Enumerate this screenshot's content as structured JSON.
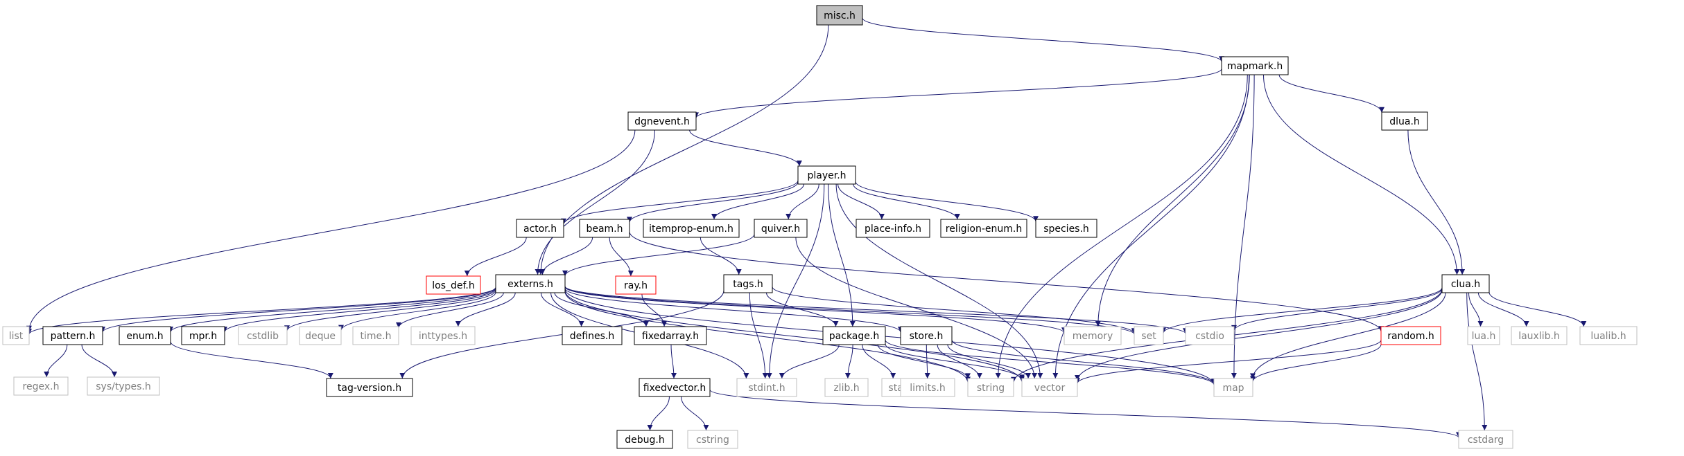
{
  "diagram": {
    "type": "include-dependency-graph",
    "colors": {
      "edge": "#191970",
      "arrowhead": "#191970",
      "root_fill": "#bfbfbf",
      "node_border": "#000000",
      "system_header_border": "#bfbfbf",
      "system_header_text": "#808080",
      "unresolved_border": "#ff0000",
      "text": "#000000"
    },
    "nodes": [
      {
        "id": "misc",
        "label": "misc.h",
        "kind": "root"
      },
      {
        "id": "mapmark",
        "label": "mapmark.h",
        "kind": "file"
      },
      {
        "id": "dgnevent",
        "label": "dgnevent.h",
        "kind": "file"
      },
      {
        "id": "dlua",
        "label": "dlua.h",
        "kind": "file"
      },
      {
        "id": "player",
        "label": "player.h",
        "kind": "file"
      },
      {
        "id": "actor",
        "label": "actor.h",
        "kind": "file"
      },
      {
        "id": "beam",
        "label": "beam.h",
        "kind": "file"
      },
      {
        "id": "itemprop",
        "label": "itemprop-enum.h",
        "kind": "file"
      },
      {
        "id": "quiver",
        "label": "quiver.h",
        "kind": "file"
      },
      {
        "id": "placeinfo",
        "label": "place-info.h",
        "kind": "file"
      },
      {
        "id": "religion",
        "label": "religion-enum.h",
        "kind": "file"
      },
      {
        "id": "species",
        "label": "species.h",
        "kind": "file"
      },
      {
        "id": "clua",
        "label": "clua.h",
        "kind": "file"
      },
      {
        "id": "losdef",
        "label": "los_def.h",
        "kind": "unresolved"
      },
      {
        "id": "externs",
        "label": "externs.h",
        "kind": "file"
      },
      {
        "id": "ray",
        "label": "ray.h",
        "kind": "unresolved"
      },
      {
        "id": "tags",
        "label": "tags.h",
        "kind": "file"
      },
      {
        "id": "list",
        "label": "list",
        "kind": "system"
      },
      {
        "id": "pattern",
        "label": "pattern.h",
        "kind": "file"
      },
      {
        "id": "enum",
        "label": "enum.h",
        "kind": "file"
      },
      {
        "id": "mpr",
        "label": "mpr.h",
        "kind": "file"
      },
      {
        "id": "cstdlib",
        "label": "cstdlib",
        "kind": "system"
      },
      {
        "id": "deque",
        "label": "deque",
        "kind": "system"
      },
      {
        "id": "timeh",
        "label": "time.h",
        "kind": "system"
      },
      {
        "id": "inttypes",
        "label": "inttypes.h",
        "kind": "system"
      },
      {
        "id": "defines",
        "label": "defines.h",
        "kind": "file"
      },
      {
        "id": "fixedarray",
        "label": "fixedarray.h",
        "kind": "file"
      },
      {
        "id": "package",
        "label": "package.h",
        "kind": "file"
      },
      {
        "id": "store",
        "label": "store.h",
        "kind": "file"
      },
      {
        "id": "memory",
        "label": "memory",
        "kind": "system"
      },
      {
        "id": "set",
        "label": "set",
        "kind": "system"
      },
      {
        "id": "cstdio",
        "label": "cstdio",
        "kind": "system"
      },
      {
        "id": "random",
        "label": "random.h",
        "kind": "unresolved"
      },
      {
        "id": "lua",
        "label": "lua.h",
        "kind": "system"
      },
      {
        "id": "lauxlib",
        "label": "lauxlib.h",
        "kind": "system"
      },
      {
        "id": "lualib",
        "label": "lualib.h",
        "kind": "system"
      },
      {
        "id": "regex",
        "label": "regex.h",
        "kind": "system"
      },
      {
        "id": "systypes",
        "label": "sys/types.h",
        "kind": "system"
      },
      {
        "id": "tagversion",
        "label": "tag-version.h",
        "kind": "file"
      },
      {
        "id": "fixedvector",
        "label": "fixedvector.h",
        "kind": "file"
      },
      {
        "id": "stdint",
        "label": "stdint.h",
        "kind": "system"
      },
      {
        "id": "zlib",
        "label": "zlib.h",
        "kind": "system"
      },
      {
        "id": "stack",
        "label": "stack",
        "kind": "system"
      },
      {
        "id": "limits",
        "label": "limits.h",
        "kind": "system"
      },
      {
        "id": "string",
        "label": "string",
        "kind": "system"
      },
      {
        "id": "vector",
        "label": "vector",
        "kind": "system"
      },
      {
        "id": "map",
        "label": "map",
        "kind": "system"
      },
      {
        "id": "debug",
        "label": "debug.h",
        "kind": "file"
      },
      {
        "id": "cstring",
        "label": "cstring",
        "kind": "system"
      },
      {
        "id": "cstdarg",
        "label": "cstdarg",
        "kind": "system"
      }
    ],
    "edges": [
      [
        "misc",
        "mapmark"
      ],
      [
        "misc",
        "externs"
      ],
      [
        "mapmark",
        "dgnevent"
      ],
      [
        "mapmark",
        "dlua"
      ],
      [
        "mapmark",
        "clua"
      ],
      [
        "mapmark",
        "memory"
      ],
      [
        "mapmark",
        "vector"
      ],
      [
        "mapmark",
        "string"
      ],
      [
        "mapmark",
        "map"
      ],
      [
        "dgnevent",
        "player"
      ],
      [
        "dgnevent",
        "externs"
      ],
      [
        "dgnevent",
        "list"
      ],
      [
        "dlua",
        "clua"
      ],
      [
        "player",
        "actor"
      ],
      [
        "player",
        "beam"
      ],
      [
        "player",
        "itemprop"
      ],
      [
        "player",
        "quiver"
      ],
      [
        "player",
        "placeinfo"
      ],
      [
        "player",
        "religion"
      ],
      [
        "player",
        "species"
      ],
      [
        "player",
        "package"
      ],
      [
        "player",
        "vector"
      ],
      [
        "player",
        "stdint"
      ],
      [
        "actor",
        "losdef"
      ],
      [
        "beam",
        "externs"
      ],
      [
        "beam",
        "ray"
      ],
      [
        "beam",
        "random"
      ],
      [
        "itemprop",
        "tags"
      ],
      [
        "quiver",
        "externs"
      ],
      [
        "quiver",
        "vector"
      ],
      [
        "ray",
        "fixedarray"
      ],
      [
        "tags",
        "package"
      ],
      [
        "tags",
        "tagversion"
      ],
      [
        "tags",
        "stdint"
      ],
      [
        "tags",
        "set"
      ],
      [
        "externs",
        "list"
      ],
      [
        "externs",
        "pattern"
      ],
      [
        "externs",
        "enum"
      ],
      [
        "externs",
        "mpr"
      ],
      [
        "externs",
        "cstdlib"
      ],
      [
        "externs",
        "deque"
      ],
      [
        "externs",
        "timeh"
      ],
      [
        "externs",
        "inttypes"
      ],
      [
        "externs",
        "defines"
      ],
      [
        "externs",
        "fixedarray"
      ],
      [
        "externs",
        "store"
      ],
      [
        "externs",
        "memory"
      ],
      [
        "externs",
        "set"
      ],
      [
        "externs",
        "cstdio"
      ],
      [
        "externs",
        "vector"
      ],
      [
        "externs",
        "stdint"
      ],
      [
        "externs",
        "string"
      ],
      [
        "externs",
        "map"
      ],
      [
        "pattern",
        "regex"
      ],
      [
        "pattern",
        "systypes"
      ],
      [
        "enum",
        "tagversion"
      ],
      [
        "fixedarray",
        "fixedvector"
      ],
      [
        "package",
        "stdint"
      ],
      [
        "package",
        "zlib"
      ],
      [
        "package",
        "stack"
      ],
      [
        "package",
        "string"
      ],
      [
        "package",
        "vector"
      ],
      [
        "package",
        "map"
      ],
      [
        "store",
        "limits"
      ],
      [
        "store",
        "string"
      ],
      [
        "store",
        "vector"
      ],
      [
        "store",
        "map"
      ],
      [
        "fixedvector",
        "debug"
      ],
      [
        "fixedvector",
        "cstring"
      ],
      [
        "fixedvector",
        "cstdarg"
      ],
      [
        "clua",
        "set"
      ],
      [
        "clua",
        "cstdio"
      ],
      [
        "clua",
        "lua"
      ],
      [
        "clua",
        "lauxlib"
      ],
      [
        "clua",
        "lualib"
      ],
      [
        "clua",
        "cstdarg"
      ],
      [
        "clua",
        "map"
      ],
      [
        "clua",
        "vector"
      ],
      [
        "clua",
        "string"
      ],
      [
        "random",
        "vector"
      ],
      [
        "random",
        "map"
      ]
    ]
  }
}
